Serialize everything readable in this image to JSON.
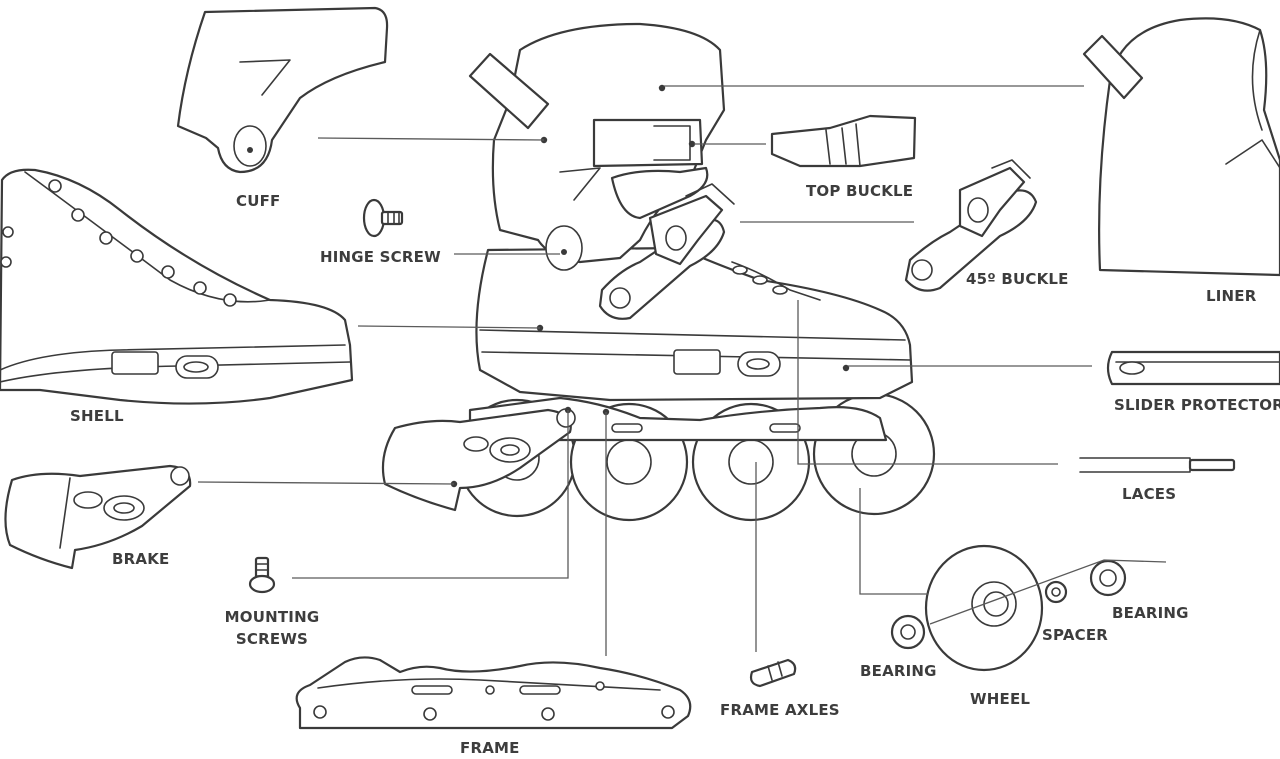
{
  "labels": {
    "cuff": "CUFF",
    "hinge_screw": "HINGE SCREW",
    "shell": "SHELL",
    "brake": "BRAKE",
    "mounting_screws_1": "MOUNTING",
    "mounting_screws_2": "SCREWS",
    "frame": "FRAME",
    "frame_axles": "FRAME AXLES",
    "top_buckle": "TOP BUCKLE",
    "buckle_45": "45º BUCKLE",
    "liner": "LINER",
    "slider_protector": "SLIDER PROTECTOR",
    "laces": "LACES",
    "bearing_left": "BEARING",
    "wheel": "WHEEL",
    "spacer": "SPACER",
    "bearing_right": "BEARING"
  }
}
